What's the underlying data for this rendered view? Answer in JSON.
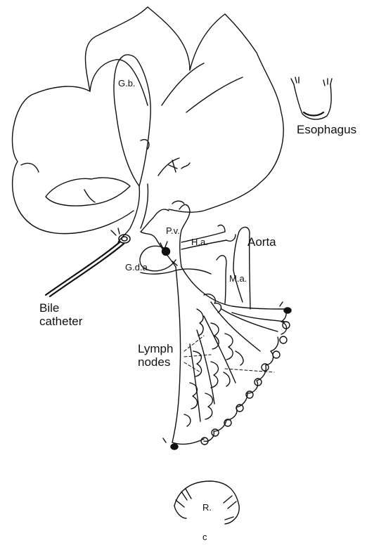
{
  "labels": {
    "gb": "G.b.",
    "esophagus": "Esophagus",
    "pv": "P.v.",
    "ha": "H.a.",
    "aorta": "Aorta",
    "gda": "G.d.a.",
    "ma": "M.a.",
    "bile_catheter": "Bile catheter",
    "lymph_nodes": "Lymph nodes",
    "r": "R.",
    "panel": "c"
  },
  "colors": {
    "ink": "#111111",
    "paper": "#ffffff"
  }
}
